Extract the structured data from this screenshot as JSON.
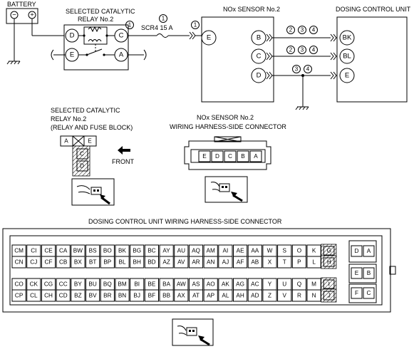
{
  "labels": {
    "battery": "BATTERY",
    "relay_title_1": "SELECTED CATALYTIC",
    "relay_title_2": "RELAY No.2",
    "fuse": "SCR4 15 A",
    "nox_title": "NOx SENSOR No.2",
    "dcu_title": "DOSING CONTROL UNIT",
    "relay_conn_1": "SELECTED CATALYTIC",
    "relay_conn_2": "RELAY No.2",
    "relay_conn_3": "(RELAY AND FUSE BLOCK)",
    "front": "FRONT",
    "nox_conn_1": "NOx SENSOR No.2",
    "nox_conn_2": "WIRING HARNESS-SIDE CONNECTOR",
    "dcu_conn": "DOSING CONTROL UNIT WIRING HARNESS-SIDE CONNECTOR"
  },
  "battery": {
    "neg": "−",
    "pos": "+"
  },
  "relay_pins": {
    "D": "D",
    "C": "C",
    "E": "E",
    "A": "A"
  },
  "nox_pins": {
    "E": "E",
    "B": "B",
    "C": "C",
    "D": "D"
  },
  "dcu_pins": {
    "BK": "BK",
    "BL": "BL",
    "E": "E"
  },
  "circle_nums": {
    "relay": "1",
    "fuse": "1",
    "nox_in": "1",
    "b": [
      "2",
      "3",
      "4"
    ],
    "c": [
      "2",
      "3",
      "4"
    ],
    "d": [
      "3",
      "4"
    ]
  },
  "relay_block": {
    "top": [
      "A",
      "E"
    ],
    "lower": [
      "C",
      "D"
    ]
  },
  "nox_connector": [
    "E",
    "D",
    "C",
    "B",
    "A"
  ],
  "dcu_connector": {
    "main_rows": [
      [
        "CM",
        "CI",
        "CE",
        "CA",
        "BW",
        "BS",
        "BO",
        "BK",
        "BG",
        "BC",
        "AY",
        "AU",
        "AQ",
        "AM",
        "AI",
        "AE",
        "AA",
        "W",
        "S",
        "O",
        "K",
        "G"
      ],
      [
        "CN",
        "CJ",
        "CF",
        "CB",
        "BX",
        "BT",
        "BP",
        "BL",
        "BH",
        "BD",
        "AZ",
        "AV",
        "AR",
        "AN",
        "AJ",
        "AF",
        "AB",
        "X",
        "T",
        "P",
        "L",
        "H"
      ],
      [
        "CO",
        "CK",
        "CG",
        "CC",
        "BY",
        "BU",
        "BQ",
        "BM",
        "BI",
        "BE",
        "BA",
        "AW",
        "AS",
        "AO",
        "AK",
        "AG",
        "AC",
        "Y",
        "U",
        "Q",
        "M",
        "I"
      ],
      [
        "CP",
        "CL",
        "CH",
        "CD",
        "BZ",
        "BV",
        "BR",
        "BN",
        "BJ",
        "BF",
        "BB",
        "AX",
        "AT",
        "AP",
        "AL",
        "AH",
        "AD",
        "Z",
        "V",
        "R",
        "N",
        "J"
      ]
    ],
    "side": [
      [
        "D",
        "A"
      ],
      [
        "E",
        "B"
      ],
      [
        "F",
        "C"
      ]
    ]
  }
}
